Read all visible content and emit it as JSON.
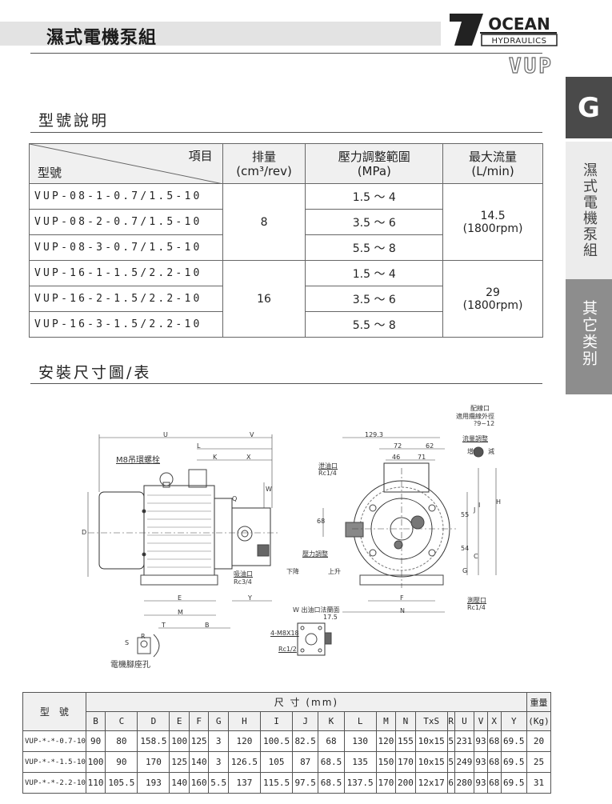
{
  "header": {
    "title": "濕式電機泵組",
    "model_code": "VUP",
    "logo_top": "OCEAN",
    "logo_bottom": "HYDRAULICS"
  },
  "side_tabs": [
    {
      "label": "G"
    },
    {
      "label": "濕式電機泵組"
    },
    {
      "label": "其它类别"
    }
  ],
  "section1": {
    "title": "型號說明"
  },
  "spec_table": {
    "corner_item": "項目",
    "corner_model": "型號",
    "head_disp_1": "排量",
    "head_disp_2": "(cm³/rev)",
    "head_press_1": "壓力調整範圍",
    "head_press_2": "(MPa)",
    "head_flow_1": "最大流量",
    "head_flow_2": "(L/min)",
    "rows": [
      {
        "model": "VUP-08-1-0.7/1.5-10",
        "pressure": "1.5 ～ 4"
      },
      {
        "model": "VUP-08-2-0.7/1.5-10",
        "pressure": "3.5 ～ 6"
      },
      {
        "model": "VUP-08-3-0.7/1.5-10",
        "pressure": "5.5 ～ 8"
      },
      {
        "model": "VUP-16-1-1.5/2.2-10",
        "pressure": "1.5 ～ 4"
      },
      {
        "model": "VUP-16-2-1.5/2.2-10",
        "pressure": "3.5 ～ 6"
      },
      {
        "model": "VUP-16-3-1.5/2.2-10",
        "pressure": "5.5 ～ 8"
      }
    ],
    "group_a": {
      "displacement": "8",
      "flow_1": "14.5",
      "flow_2": "(1800rpm)"
    },
    "group_b": {
      "displacement": "16",
      "flow_1": "29",
      "flow_2": "(1800rpm)"
    }
  },
  "section2": {
    "title": "安裝尺寸圖/表"
  },
  "drawing": {
    "eyebolt": "M8吊環螺栓",
    "motor_foot_hole": "電機腳座孔",
    "suction_port": "吸油口",
    "suction_size": "Rc3/4",
    "drain_port": "泄油口",
    "drain_size": "Rc1/4",
    "wiring_port": "配線口",
    "wiring_note": "適用纜線外徑",
    "wiring_range": "?9~12",
    "flow_adjust": "流量調整",
    "flow_inc": "增",
    "flow_dec": "減",
    "press_adjust": "壓力調整",
    "press_down": "下降",
    "press_up": "上升",
    "gauge_port": "測壓口",
    "gauge_size": "Rc1/4",
    "outlet_view": "W 出油口法蘭面",
    "outlet_dim": "17.5",
    "outlet_bolt": "4-M8X18",
    "outlet_rc": "Rc1/2",
    "dim_1293": "129.3",
    "dim_72": "72",
    "dim_62": "62",
    "dim_46": "46",
    "dim_71": "71",
    "dim_55": "55",
    "dim_54": "54",
    "dim_68": "68",
    "letters": [
      "U",
      "V",
      "L",
      "K",
      "X",
      "Q",
      "D",
      "H",
      "W",
      "E",
      "M",
      "Y",
      "T",
      "B",
      "J",
      "I",
      "C",
      "G",
      "F",
      "N",
      "S",
      "R"
    ]
  },
  "dim_table": {
    "model_head": "型　號",
    "dims_head": "尺 寸 (mm)",
    "weight_head_1": "重量",
    "weight_head_2": "(Kg)",
    "columns": [
      "B",
      "C",
      "D",
      "E",
      "F",
      "G",
      "H",
      "I",
      "J",
      "K",
      "L",
      "M",
      "N",
      "TxS",
      "R",
      "U",
      "V",
      "X",
      "Y"
    ],
    "rows": [
      {
        "model": "VUP-*-*-0.7-10",
        "values": [
          "90",
          "80",
          "158.5",
          "100",
          "125",
          "3",
          "120",
          "100.5",
          "82.5",
          "68",
          "130",
          "120",
          "155",
          "10x15",
          "5",
          "231",
          "93",
          "68",
          "69.5"
        ],
        "weight": "20"
      },
      {
        "model": "VUP-*-*-1.5-10",
        "values": [
          "100",
          "90",
          "170",
          "125",
          "140",
          "3",
          "126.5",
          "105",
          "87",
          "68.5",
          "135",
          "150",
          "170",
          "10x15",
          "5",
          "249",
          "93",
          "68",
          "69.5"
        ],
        "weight": "25"
      },
      {
        "model": "VUP-*-*-2.2-10",
        "values": [
          "110",
          "105.5",
          "193",
          "140",
          "160",
          "5.5",
          "137",
          "115.5",
          "97.5",
          "68.5",
          "137.5",
          "170",
          "200",
          "12x17",
          "6",
          "280",
          "93",
          "68",
          "69.5"
        ],
        "weight": "31"
      }
    ]
  }
}
